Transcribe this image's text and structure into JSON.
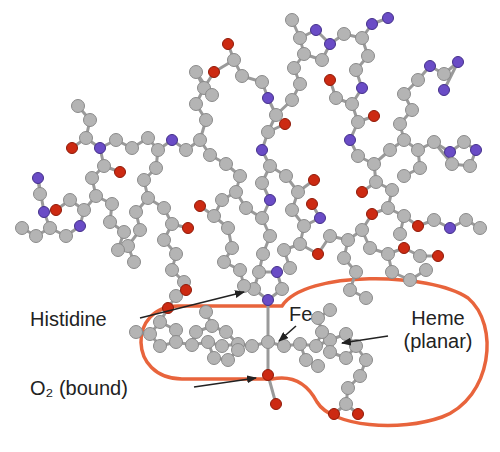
{
  "diagram": {
    "labels": [
      "Histidine",
      "Fe",
      "Heme (planar)",
      "O₂ (bound)"
    ]
  }
}
